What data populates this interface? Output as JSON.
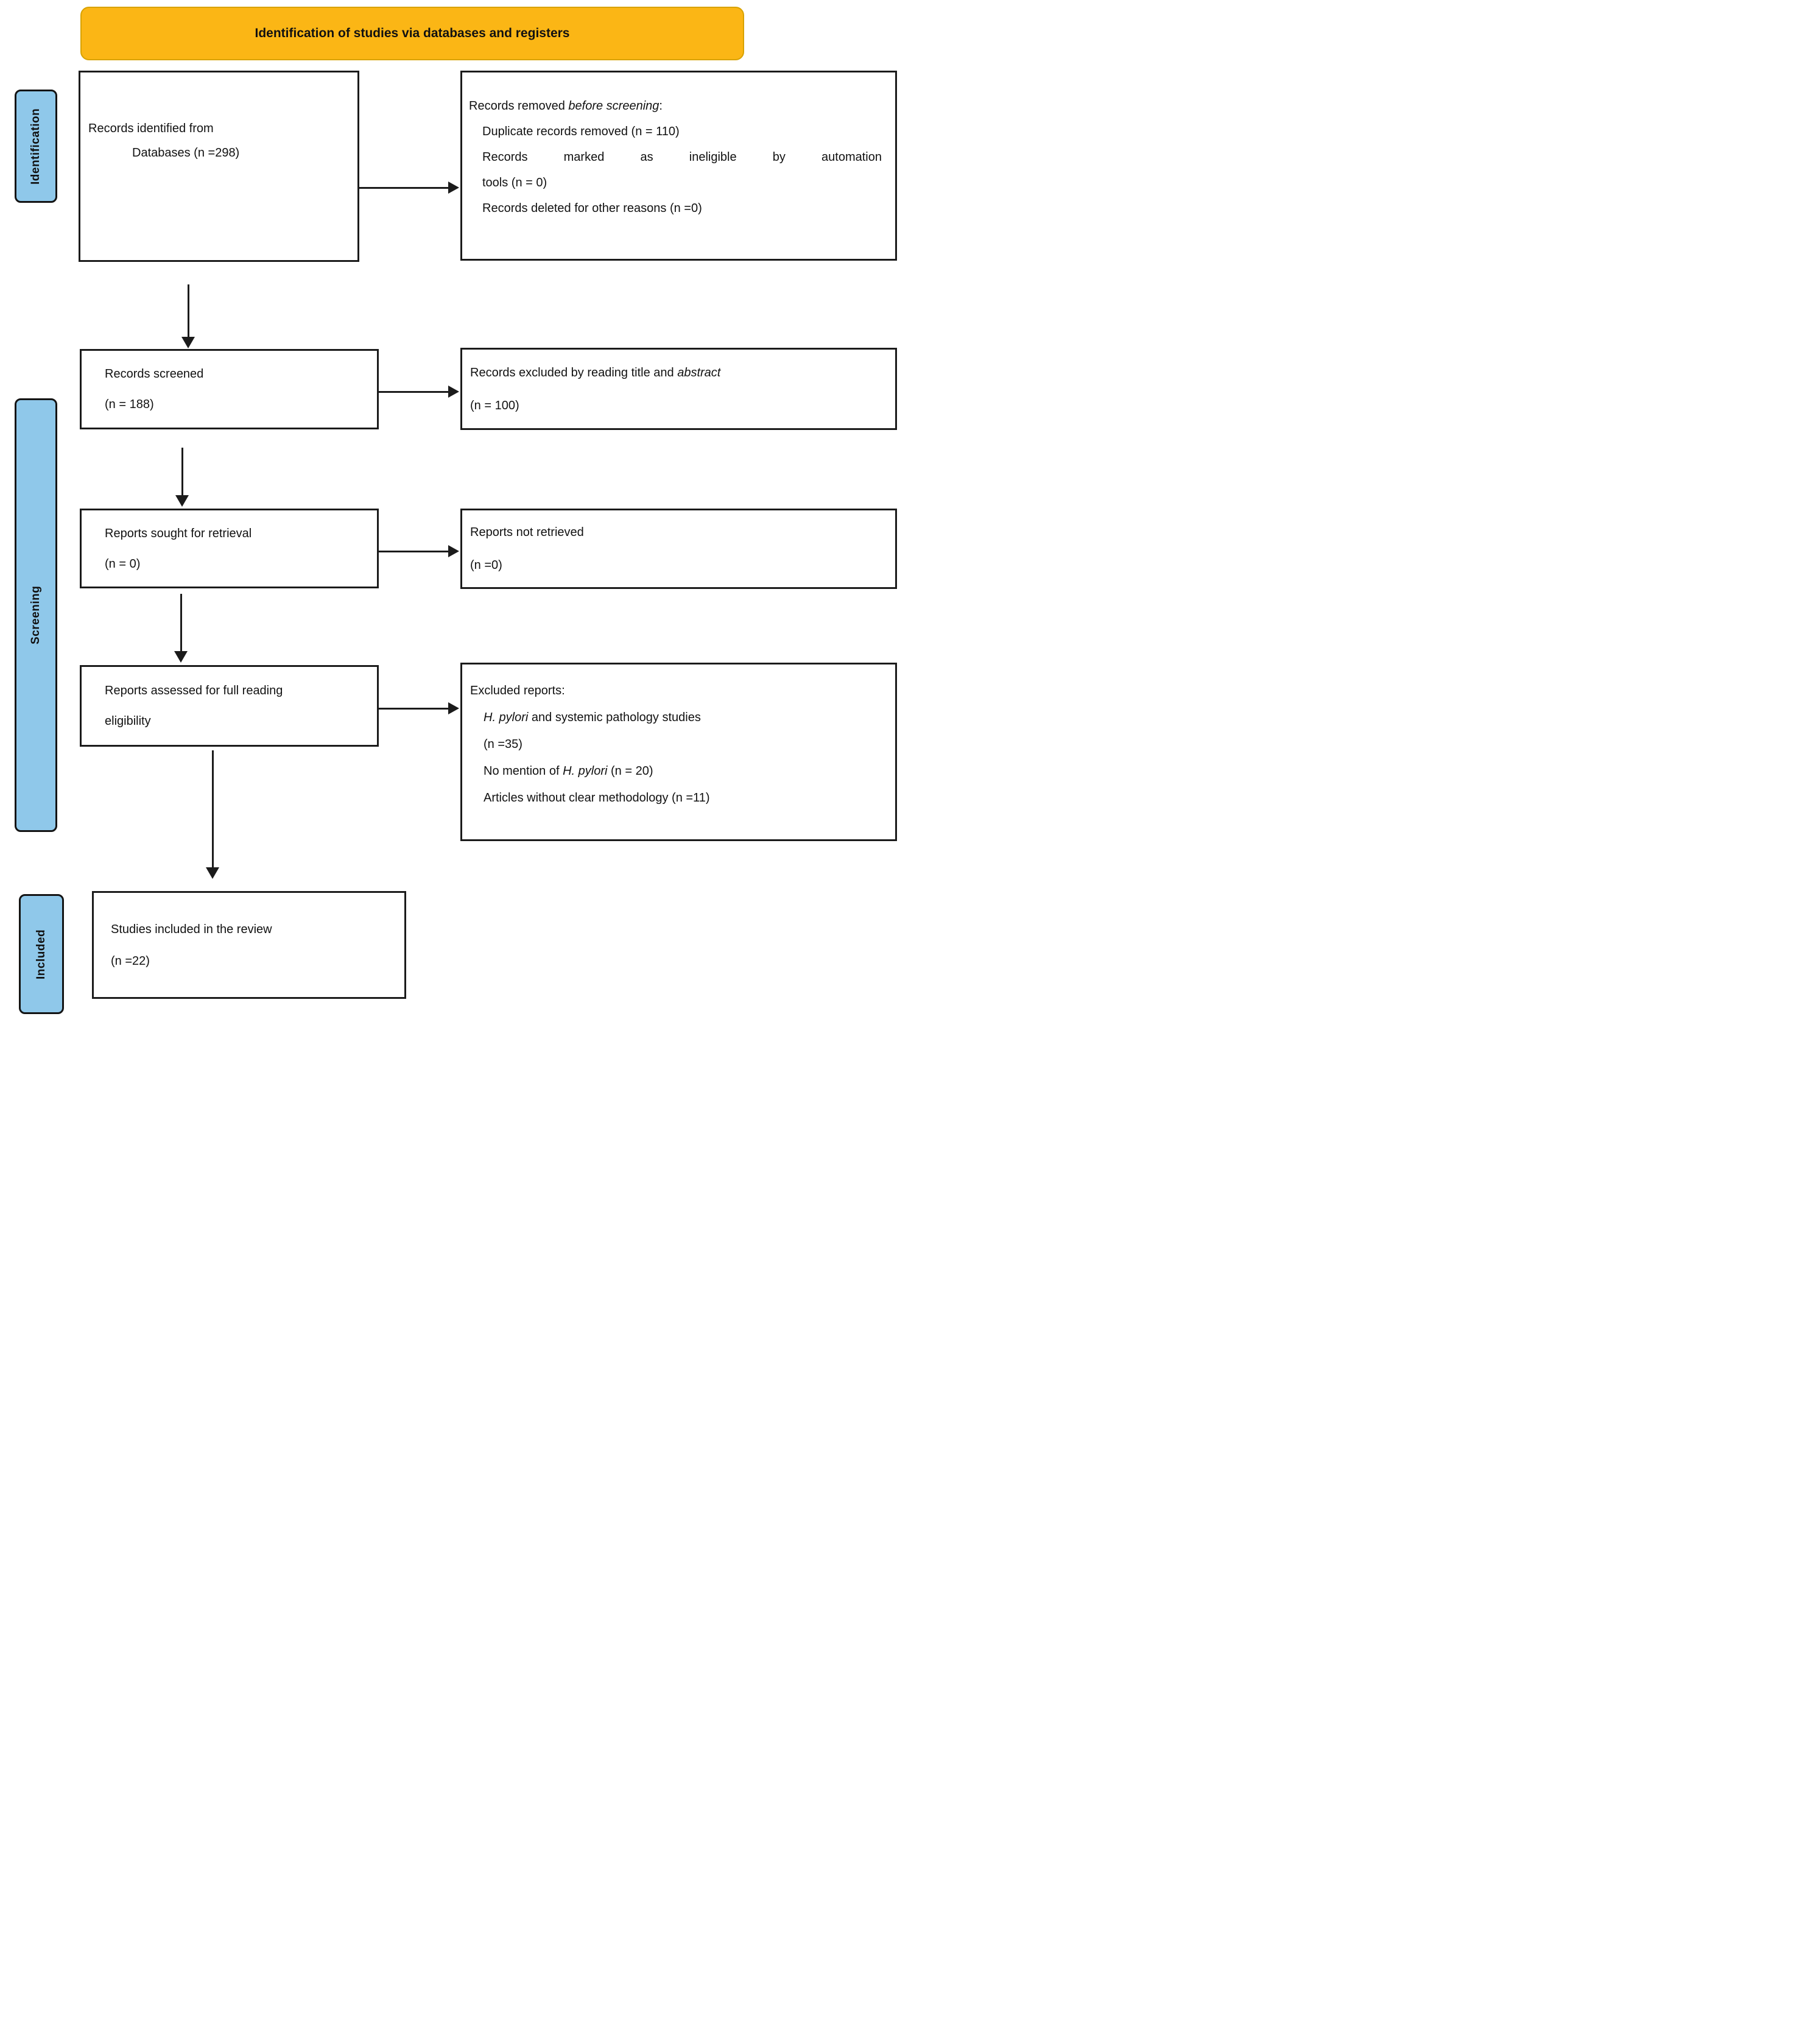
{
  "colors": {
    "header_bg": "#FBB615",
    "header_border": "#D8A200",
    "tab_bg": "#8FC8EA",
    "tab_border": "#141414",
    "box_border": "#1B1B1B",
    "arrow": "#1B1B1B",
    "text": "#111111"
  },
  "header": {
    "title": "Identification of studies via databases and registers"
  },
  "stages": {
    "identification": "Identification",
    "screening": "Screening",
    "included": "Included"
  },
  "boxes": {
    "identified": {
      "line1": "Records identified from",
      "line2": "Databases (n =298)"
    },
    "removed": {
      "title": [
        {
          "t": "Records removed "
        },
        {
          "t": "before screening",
          "i": 1
        },
        {
          "t": ":"
        }
      ],
      "item1": "Duplicate records removed (n = 110)",
      "item2a": "Records marked as ineligible by automation",
      "item2b": "tools (n = 0)",
      "item3": "Records deleted for other reasons (n =0)"
    },
    "screened": {
      "line1": "Records screened",
      "line2": "(n = 188)"
    },
    "excluded_screening": {
      "title": [
        {
          "t": "Records excluded by reading title and "
        },
        {
          "t": "abstract",
          "i": 1
        }
      ],
      "count": "(n = 100)"
    },
    "sought": {
      "line1": "Reports sought for retrieval",
      "line2": "(n = 0)"
    },
    "not_retrieved": {
      "line1": "Reports not retrieved",
      "line2": "(n =0)"
    },
    "assessed": {
      "line1": "Reports assessed for full reading",
      "line2": "eligibility"
    },
    "excluded_reports": {
      "title": "Excluded reports:",
      "item1": [
        {
          "t": "H. pylori",
          "i": 1
        },
        {
          "t": " and systemic pathology studies"
        }
      ],
      "item1_count": "(n =35)",
      "item2": [
        {
          "t": "No mention of "
        },
        {
          "t": "H. pylori",
          "i": 1
        },
        {
          "t": " (n = 20)"
        }
      ],
      "item3": "Articles without clear methodology (n =11)"
    },
    "included": {
      "line1": "Studies included in the review",
      "line2": "(n =22)"
    }
  }
}
